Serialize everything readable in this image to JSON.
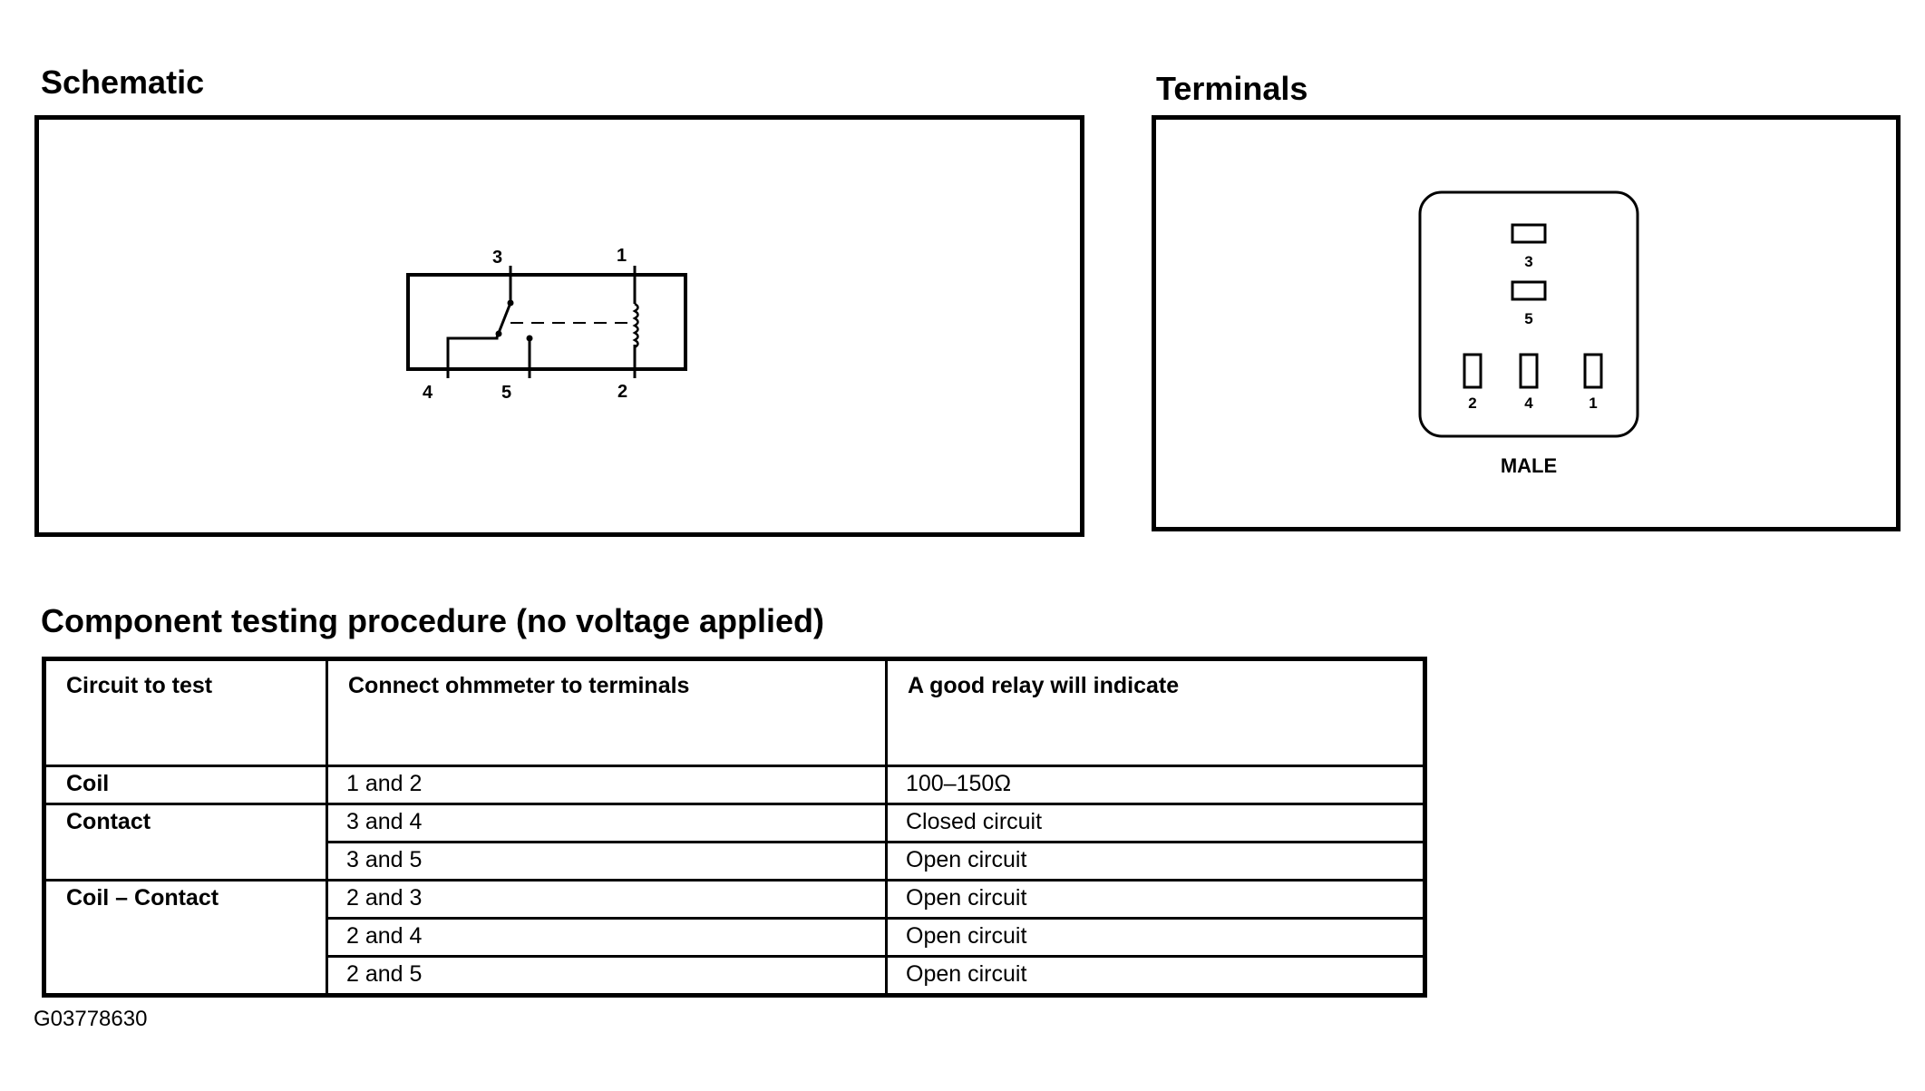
{
  "schematic": {
    "title": "Schematic",
    "pin_labels": {
      "p3": "3",
      "p1": "1",
      "p4": "4",
      "p5": "5",
      "p2": "2"
    }
  },
  "terminals": {
    "title": "Terminals",
    "pin_labels": {
      "p3": "3",
      "p5": "5",
      "p2": "2",
      "p4": "4",
      "p1": "1"
    },
    "connector_type": "MALE"
  },
  "procedure": {
    "title": "Component testing procedure (no voltage applied)",
    "headers": [
      "Circuit to test",
      "Connect ohmmeter to terminals",
      "A good relay will indicate"
    ],
    "rows": [
      {
        "circuit": "Coil",
        "terminals": "1 and 2",
        "result": "100–150Ω"
      },
      {
        "circuit": "Contact",
        "terminals": "3 and 4",
        "result": "Closed circuit"
      },
      {
        "circuit": "",
        "terminals": "3 and 5",
        "result": "Open circuit"
      },
      {
        "circuit": "Coil – Contact",
        "terminals": "2 and 3",
        "result": "Open circuit"
      },
      {
        "circuit": "",
        "terminals": "2 and 4",
        "result": "Open circuit"
      },
      {
        "circuit": "",
        "terminals": "2 and 5",
        "result": "Open circuit"
      }
    ]
  },
  "figure_id": "G03778630"
}
